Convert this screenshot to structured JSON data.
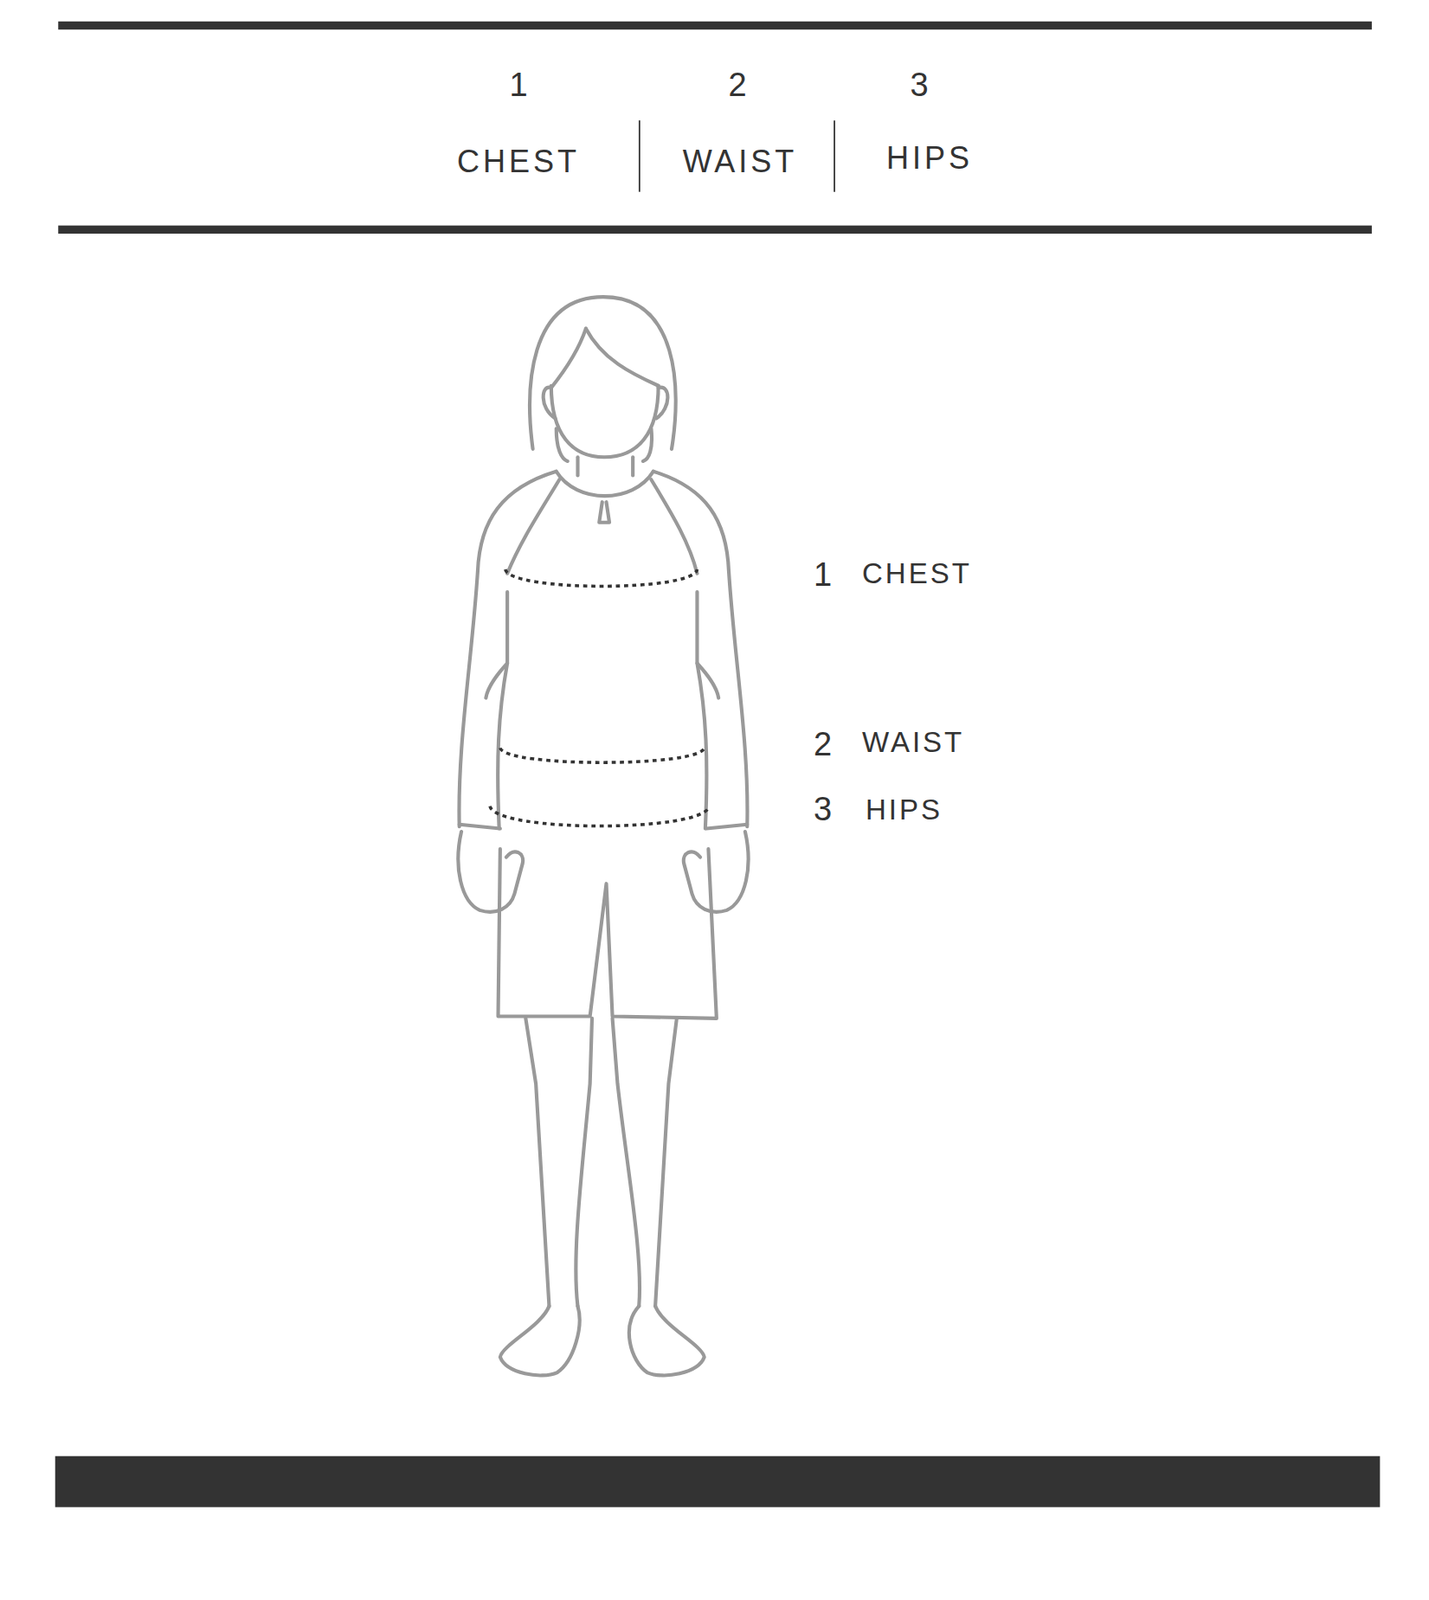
{
  "diagram": {
    "labels": [
      "1",
      "CHEST",
      "2",
      "WAIST",
      "3",
      "HIPS",
      "1",
      "CHEST",
      "2",
      "WAIST",
      "3",
      "HIPS"
    ]
  }
}
